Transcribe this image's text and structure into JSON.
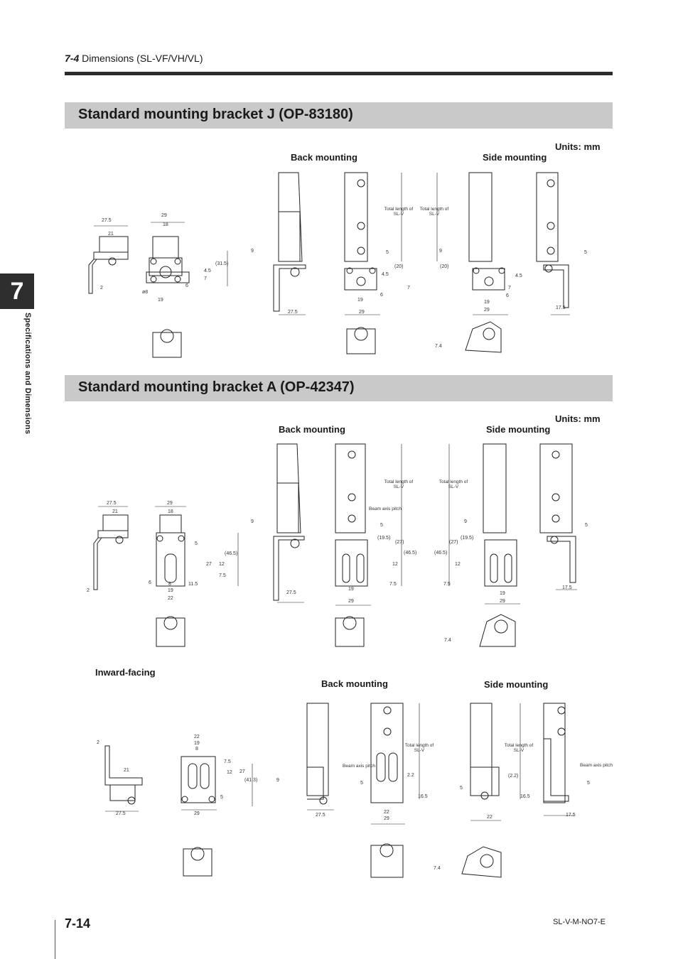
{
  "header": {
    "section_number": "7-4",
    "section_title": "Dimensions (SL-VF/VH/VL)"
  },
  "chapter": {
    "number": "7",
    "side_label": "Specifications and Dimensions"
  },
  "section_j": {
    "title": "Standard mounting bracket J (OP-83180)",
    "units": "Units: mm",
    "back_label": "Back mounting",
    "side_label": "Side mounting",
    "note_total": "Total length of SL-V",
    "dims": [
      "27.5",
      "21",
      "2",
      "29",
      "18",
      "(31.5)",
      "4.5",
      "7",
      "6",
      "ø8",
      "19",
      "9",
      "27.5",
      "5",
      "(20)",
      "4.5",
      "7",
      "6",
      "19",
      "29",
      "9",
      "(20)",
      "7",
      "4.5",
      "6",
      "19",
      "29",
      "5",
      "17.5",
      "7.4"
    ]
  },
  "section_a": {
    "title": "Standard mounting bracket A (OP-42347)",
    "units": "Units: mm",
    "back_label": "Back mounting",
    "side_label": "Side mounting",
    "note_total": "Total length of SL-V",
    "note_beam": "Beam axis pitch",
    "dims": [
      "27.5",
      "21",
      "2",
      "29",
      "18",
      "5",
      "27",
      "12",
      "7.5",
      "(46.5)",
      "6",
      "8",
      "19",
      "11.5",
      "22",
      "9",
      "27.5",
      "5",
      "(19.5)",
      "(27)",
      "(46.5)",
      "12",
      "7.5",
      "19",
      "29",
      "9",
      "(27)",
      "(19.5)",
      "(46.5)",
      "12",
      "7.5",
      "19",
      "29",
      "5",
      "17.5",
      "7.4"
    ]
  },
  "section_inward": {
    "title": "Inward-facing",
    "back_label": "Back mounting",
    "side_label": "Side mounting",
    "note_total": "Total length of SL-V",
    "note_beam": "Beam axis pitch",
    "dims": [
      "2",
      "21",
      "27.5",
      "22",
      "19",
      "8",
      "7.5",
      "12",
      "27",
      "(41.3)",
      "5",
      "29",
      "9",
      "27.5",
      "5",
      "2.2",
      "16.5",
      "22",
      "29",
      "5",
      "(2.2)",
      "16.5",
      "22",
      "5",
      "17.5",
      "7.4"
    ]
  },
  "footer": {
    "page_number": "7-14",
    "doc_code": "SL-V-M-NO7-E"
  }
}
